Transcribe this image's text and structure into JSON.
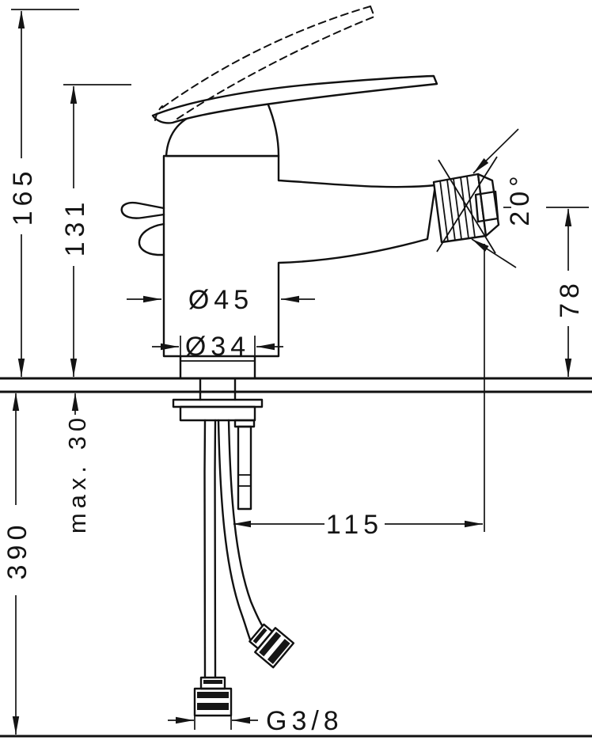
{
  "drawing": {
    "ink_color": "#141414",
    "background_color": "#ffffff",
    "labels": {
      "overall_height": "165",
      "body_height": "131",
      "body_diameter": "Ø45",
      "base_diameter": "Ø34",
      "spray_angle": "20°",
      "outlet_height": "78",
      "max_deck_thickness": "max. 30",
      "hose_length": "390",
      "outlet_reach": "115",
      "connection_thread": "G3/8"
    }
  }
}
